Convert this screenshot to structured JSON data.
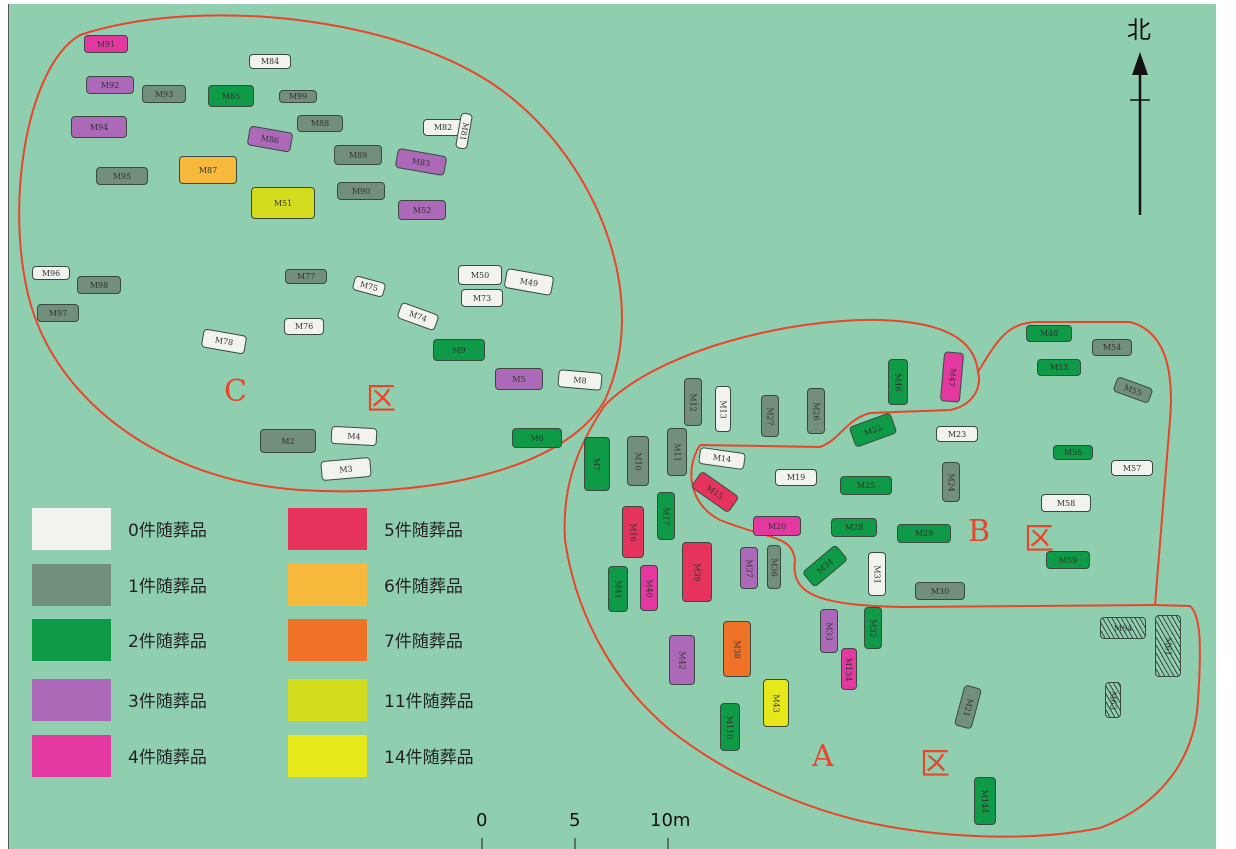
{
  "north_label": "北",
  "regions": {
    "A": {
      "letter": "A",
      "suffix": "区"
    },
    "B": {
      "letter": "B",
      "suffix": "区"
    },
    "C": {
      "letter": "C",
      "suffix": "区"
    }
  },
  "scale": {
    "labels": [
      "0",
      "5",
      "10m"
    ]
  },
  "legend": [
    {
      "label": "0件随葬品",
      "color": "#f2f2ee"
    },
    {
      "label": "1件随葬品",
      "color": "#728f7b"
    },
    {
      "label": "2件随葬品",
      "color": "#0e9a46"
    },
    {
      "label": "3件随葬品",
      "color": "#ab69b8"
    },
    {
      "label": "4件随葬品",
      "color": "#e2389f"
    },
    {
      "label": "5件随葬品",
      "color": "#e5335e"
    },
    {
      "label": "6件随葬品",
      "color": "#f7b93b"
    },
    {
      "label": "7件随葬品",
      "color": "#ef7226"
    },
    {
      "label": "11件随葬品",
      "color": "#d5dc1e"
    },
    {
      "label": "14件随葬品",
      "color": "#e6e81a"
    }
  ],
  "region_color": "#e8452c",
  "tombs": [
    {
      "label": "M91",
      "goods": 4
    },
    {
      "label": "M84",
      "goods": 0
    },
    {
      "label": "M92",
      "goods": 3
    },
    {
      "label": "M93",
      "goods": 1
    },
    {
      "label": "M85",
      "goods": 2
    },
    {
      "label": "M99",
      "goods": 1
    },
    {
      "label": "M94",
      "goods": 3
    },
    {
      "label": "M88",
      "goods": 1
    },
    {
      "label": "M86",
      "goods": 3
    },
    {
      "label": "M82",
      "goods": 0
    },
    {
      "label": "M81",
      "goods": 0
    },
    {
      "label": "M89",
      "goods": 1
    },
    {
      "label": "M83",
      "goods": 3
    },
    {
      "label": "M95",
      "goods": 1
    },
    {
      "label": "M87",
      "goods": 6
    },
    {
      "label": "M51",
      "goods": 11
    },
    {
      "label": "M90",
      "goods": 1
    },
    {
      "label": "M52",
      "goods": 3
    },
    {
      "label": "M96",
      "goods": 0
    },
    {
      "label": "M98",
      "goods": 1
    },
    {
      "label": "M97",
      "goods": 1
    },
    {
      "label": "M77",
      "goods": 1
    },
    {
      "label": "M75",
      "goods": 0
    },
    {
      "label": "M50",
      "goods": 0
    },
    {
      "label": "M49",
      "goods": 0
    },
    {
      "label": "M73",
      "goods": 0
    },
    {
      "label": "M74",
      "goods": 0
    },
    {
      "label": "M76",
      "goods": 0
    },
    {
      "label": "M78",
      "goods": 0
    },
    {
      "label": "M9",
      "goods": 2
    },
    {
      "label": "M5",
      "goods": 3
    },
    {
      "label": "M8",
      "goods": 0
    },
    {
      "label": "M2",
      "goods": 1
    },
    {
      "label": "M4",
      "goods": 0
    },
    {
      "label": "M3",
      "goods": 0
    },
    {
      "label": "M6",
      "goods": 2
    },
    {
      "label": "M48",
      "goods": 2
    },
    {
      "label": "M54",
      "goods": 1
    },
    {
      "label": "M53",
      "goods": 2
    },
    {
      "label": "M55",
      "goods": 1
    },
    {
      "label": "M47",
      "goods": 4
    },
    {
      "label": "M46",
      "goods": 2
    },
    {
      "label": "M12",
      "goods": 1
    },
    {
      "label": "M13",
      "goods": 0
    },
    {
      "label": "M27",
      "goods": 1
    },
    {
      "label": "M26",
      "goods": 1
    },
    {
      "label": "M22",
      "goods": 2
    },
    {
      "label": "M23",
      "goods": 0
    },
    {
      "label": "M56",
      "goods": 2
    },
    {
      "label": "M57",
      "goods": 0
    },
    {
      "label": "M7",
      "goods": 2
    },
    {
      "label": "M10",
      "goods": 1
    },
    {
      "label": "M11",
      "goods": 1
    },
    {
      "label": "M14",
      "goods": 0
    },
    {
      "label": "M19",
      "goods": 0
    },
    {
      "label": "M25",
      "goods": 2
    },
    {
      "label": "M24",
      "goods": 1
    },
    {
      "label": "M15",
      "goods": 5
    },
    {
      "label": "M58",
      "goods": 0
    },
    {
      "label": "M17",
      "goods": 2
    },
    {
      "label": "M16",
      "goods": 5
    },
    {
      "label": "M20",
      "goods": 4
    },
    {
      "label": "M28",
      "goods": 2
    },
    {
      "label": "M29",
      "goods": 2
    },
    {
      "label": "M59",
      "goods": 2
    },
    {
      "label": "M39",
      "goods": 5
    },
    {
      "label": "M37",
      "goods": 3
    },
    {
      "label": "M36",
      "goods": 1
    },
    {
      "label": "M34",
      "goods": 2
    },
    {
      "label": "M31",
      "goods": 0
    },
    {
      "label": "M41",
      "goods": 2
    },
    {
      "label": "M40",
      "goods": 4
    },
    {
      "label": "M30",
      "goods": 1
    },
    {
      "label": "M33",
      "goods": 3
    },
    {
      "label": "M32",
      "goods": 2
    },
    {
      "label": "M38",
      "goods": 7
    },
    {
      "label": "M42",
      "goods": 3
    },
    {
      "label": "M134",
      "goods": 4
    },
    {
      "label": "M43",
      "goods": 14
    },
    {
      "label": "M21",
      "goods": 1
    },
    {
      "label": "M110",
      "goods": 2
    },
    {
      "label": "M144",
      "goods": 2
    },
    {
      "label": "M64",
      "goods": null
    },
    {
      "label": "M61",
      "goods": null
    },
    {
      "label": "M63",
      "goods": null
    }
  ]
}
